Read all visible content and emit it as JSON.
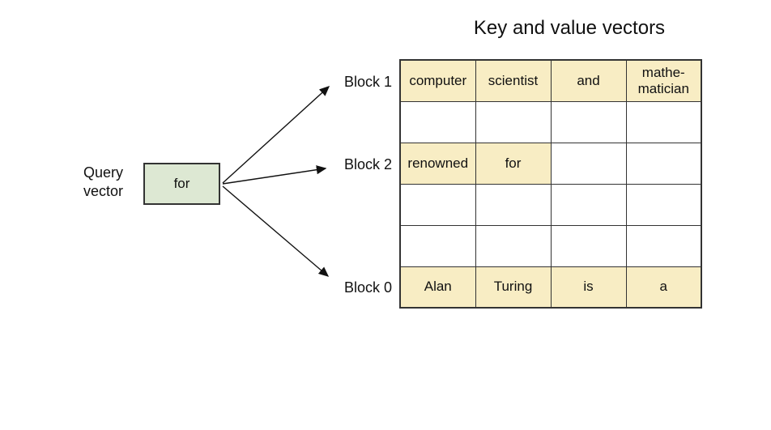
{
  "title": "Key and value vectors",
  "query": {
    "label": "Query\nvector",
    "box_text": "for"
  },
  "blocks": [
    {
      "label": "Block 1"
    },
    {
      "label": "Block 2"
    },
    {
      "label": "Block 0"
    }
  ],
  "table": {
    "columns": 4,
    "rows": [
      {
        "cells": [
          {
            "text": "computer",
            "highlight": true
          },
          {
            "text": "scientist",
            "highlight": true
          },
          {
            "text": "and",
            "highlight": true
          },
          {
            "text": "mathe-\nmatician",
            "highlight": true
          }
        ]
      },
      {
        "cells": [
          {
            "text": "",
            "highlight": false
          },
          {
            "text": "",
            "highlight": false
          },
          {
            "text": "",
            "highlight": false
          },
          {
            "text": "",
            "highlight": false
          }
        ]
      },
      {
        "cells": [
          {
            "text": "renowned",
            "highlight": true
          },
          {
            "text": "for",
            "highlight": true
          },
          {
            "text": "",
            "highlight": false
          },
          {
            "text": "",
            "highlight": false
          }
        ]
      },
      {
        "cells": [
          {
            "text": "",
            "highlight": false
          },
          {
            "text": "",
            "highlight": false
          },
          {
            "text": "",
            "highlight": false
          },
          {
            "text": "",
            "highlight": false
          }
        ]
      },
      {
        "cells": [
          {
            "text": "",
            "highlight": false
          },
          {
            "text": "",
            "highlight": false
          },
          {
            "text": "",
            "highlight": false
          },
          {
            "text": "",
            "highlight": false
          }
        ]
      },
      {
        "cells": [
          {
            "text": "Alan",
            "highlight": true
          },
          {
            "text": "Turing",
            "highlight": true
          },
          {
            "text": "is",
            "highlight": true
          },
          {
            "text": "a",
            "highlight": true
          }
        ]
      }
    ]
  },
  "colors": {
    "highlight": "#f8edc4",
    "query-box": "#dde8d3",
    "border": "#333333",
    "text": "#111111"
  }
}
